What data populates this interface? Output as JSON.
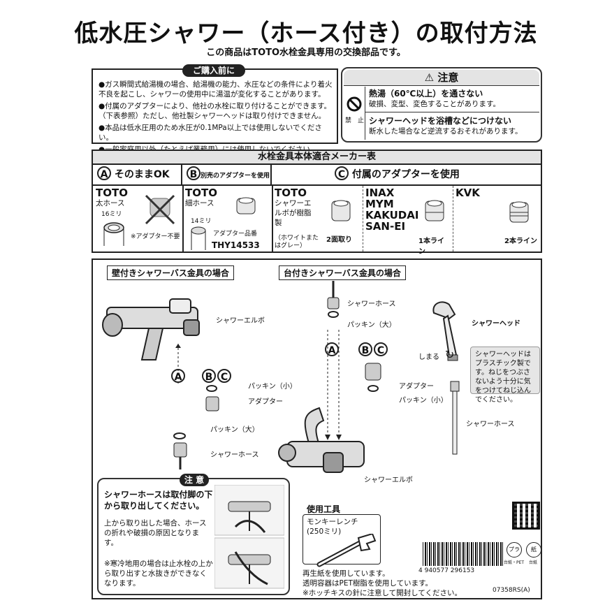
{
  "title": "低水圧シャワー（ホース付き）の取付方法",
  "subtitle": "この商品はTOTO水栓金具専用の交換部品です。",
  "before_purchase": {
    "heading": "ご購入前に",
    "items": [
      "●ガス瞬間式給湯機の場合、給湯機の能力、水圧などの条件により着火不良を起こし、シャワーの使用中に湯温が変化することがあります。",
      "●付属のアダプターにより、他社の水栓に取り付けることができます。（下表参照）ただし、他社製シャワーヘッドは取り付けできません。",
      "●本品は低水圧用のため水圧が0.1MPa以上では使用しないでください。",
      "●一般家庭用以外（たとえば業務用）には使用しないでください。"
    ]
  },
  "caution_box": {
    "heading": "注意",
    "prohibit_label": "禁　止",
    "items": [
      {
        "title": "熱湯（60℃以上）を通さない",
        "text": "破損、変型、変色することがあります。"
      },
      {
        "title": "シャワーヘッドを浴槽などにつけない",
        "text": "断水した場合など逆流するおそれがあります。"
      }
    ]
  },
  "compat_table": {
    "title": "水栓金具本体適合メーカー表",
    "columns": [
      {
        "letter": "A",
        "label": "そのままOK",
        "small": ""
      },
      {
        "letter": "B",
        "label": "",
        "small": "別売のアダプターを使用"
      },
      {
        "letter": "C",
        "label": "付属のアダプターを使用",
        "small": ""
      }
    ],
    "cells": [
      {
        "brand": "TOTO",
        "sub": "太ホース",
        "dim": "16ミリ",
        "note": "※アダプター不要"
      },
      {
        "brand": "TOTO",
        "sub": "細ホース",
        "dim": "14ミリ",
        "note": "アダプター品番",
        "code": "THY14533"
      },
      {
        "brand": "TOTO",
        "sub": "シャワーエルボが樹脂製",
        "note": "（ホワイトまたはグレー）",
        "tag": "2面取り"
      },
      {
        "brand": "INAX\nMYM\nKAKUDAI\nSAN-EI",
        "tag": "1本ライン"
      },
      {
        "brand": "KVK",
        "tag": "2本ライン"
      }
    ]
  },
  "wall_section": {
    "heading": "壁付きシャワーバス金具の場合",
    "labels": [
      "シャワーエルボ",
      "パッキン（小）",
      "アダプター",
      "パッキン（大）",
      "シャワーホース"
    ],
    "letters": [
      "A",
      "B",
      "C"
    ]
  },
  "deck_section": {
    "heading": "台付きシャワーバス金具の場合",
    "labels": [
      "シャワーホース",
      "パッキン（大）",
      "アダプター",
      "パッキン（小）",
      "シャワーエルボ",
      "シャワーヘッド",
      "しまる",
      "シャワーホース"
    ],
    "letters": [
      "A",
      "B",
      "C"
    ],
    "bubble": "シャワーヘッドはプラスチック製です。ねじをつぶさないよう十分に気をつけてねじ込んでください。"
  },
  "note_box": {
    "heading": "注 意",
    "bold": "シャワーホースは取付脚の下から取り出してください。",
    "text": "上から取り出した場合、ホースの折れや破損の原因となります。",
    "text2": "※寒冷地用の場合は止水栓の上から取り出すと水抜きができなくなります。"
  },
  "tools": {
    "heading": "使用工具",
    "item": "モンキーレンチ\n(250ミリ)"
  },
  "footer": {
    "lines": [
      "再生紙を使用しています。",
      "透明容器はPET樹脂を使用しています。",
      "※ホッチキスの針に注意して開封してください。"
    ],
    "barcode": "4 940577 296153",
    "recycle1": "プラ",
    "recycle2": "紙",
    "recycle_sub1": "台紙・PET",
    "recycle_sub2": "台紙",
    "code": "07358RS(A)"
  }
}
